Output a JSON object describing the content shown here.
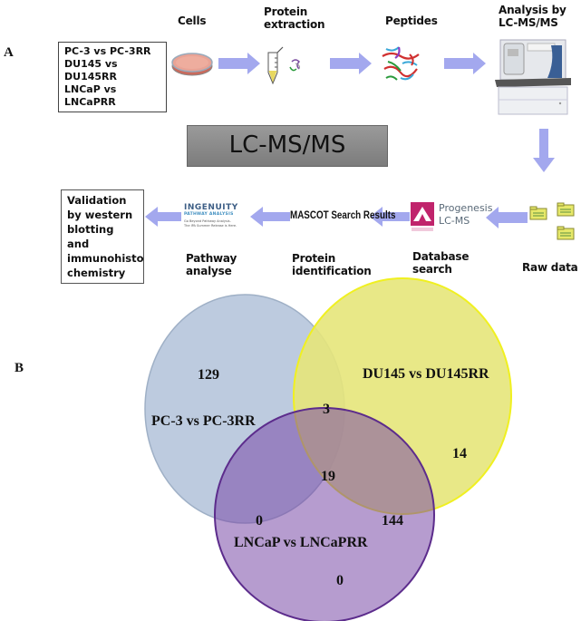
{
  "panel_a": {
    "letter": "A",
    "comparisons": [
      "PC-3 vs PC-3RR",
      "DU145 vs DU145RR",
      "LNCaP vs LNCaPRR"
    ],
    "steps": {
      "cells": "Cells",
      "protein_extraction": [
        "Protein",
        "extraction"
      ],
      "peptides": "Peptides",
      "analysis": [
        "Analysis by",
        "LC-MS/MS"
      ],
      "raw_data": "Raw data",
      "database_search": [
        "Database",
        "search"
      ],
      "protein_identification": [
        "Protein",
        "identification"
      ],
      "pathway_analyse": [
        "Pathway",
        "analyse"
      ]
    },
    "banner": "LC-MS/MS",
    "progenesis": [
      "Progenesis",
      "LC-MS"
    ],
    "mascot": "MASCOT Search Results",
    "ingenuity": {
      "title": "INGENUITY",
      "subtitle": "PATHWAY ANALYSIS",
      "tagline": [
        "Go Beyond Pathway Analysis.",
        "The IPA Summer Release is Here."
      ]
    },
    "validation": [
      "Validation",
      "by western",
      "blotting and",
      "immunohisto",
      "chemistry"
    ],
    "colors": {
      "arrow": "#a3a8ee",
      "banner": "#8a8a8a"
    }
  },
  "panel_b": {
    "letter": "B"
  },
  "chart_data": {
    "type": "venn",
    "title": "",
    "sets": [
      {
        "name": "PC-3 vs PC-3RR",
        "color": "#b7c7dc"
      },
      {
        "name": "DU145 vs DU145RR",
        "color": "#e6e57a"
      },
      {
        "name": "LNCaP vs LNCaPRR",
        "color": "#a98cc4"
      }
    ],
    "regions": [
      {
        "sets": [
          "PC-3 vs PC-3RR"
        ],
        "value": 129
      },
      {
        "sets": [
          "DU145 vs DU145RR"
        ],
        "value": 14
      },
      {
        "sets": [
          "LNCaP vs LNCaPRR"
        ],
        "value": 0
      },
      {
        "sets": [
          "PC-3 vs PC-3RR",
          "DU145 vs DU145RR"
        ],
        "value": 3
      },
      {
        "sets": [
          "PC-3 vs PC-3RR",
          "LNCaP vs LNCaPRR"
        ],
        "value": 0
      },
      {
        "sets": [
          "DU145 vs DU145RR",
          "LNCaP vs LNCaPRR"
        ],
        "value": 144
      },
      {
        "sets": [
          "PC-3 vs PC-3RR",
          "DU145 vs DU145RR",
          "LNCaP vs LNCaPRR"
        ],
        "value": 19
      }
    ]
  }
}
